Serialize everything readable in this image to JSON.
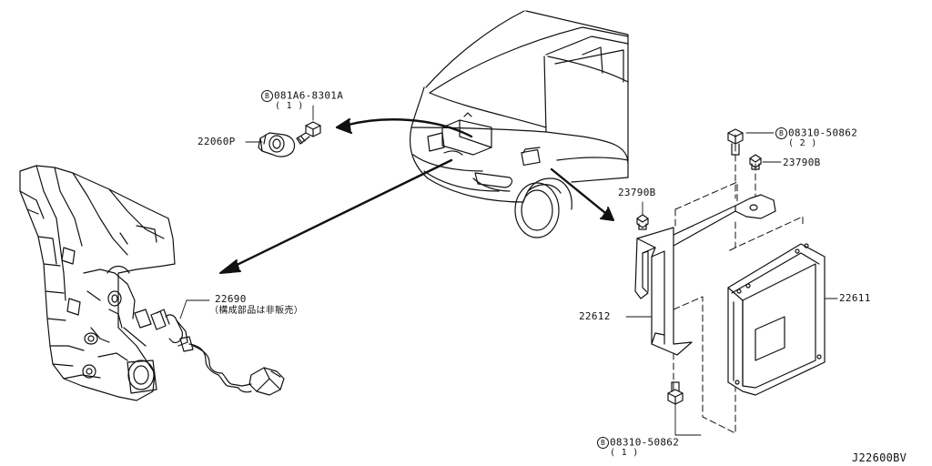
{
  "diagram_id": "J22600BV",
  "parts": {
    "bolt_top_left": {
      "number": "081A6-8301A",
      "prefix": "B",
      "qty": "( 1 )"
    },
    "knock_sensor": {
      "number": "22060P"
    },
    "oxygen_sensor": {
      "number": "22690",
      "note": "（構成部品は非販売）"
    },
    "bolt_top_right": {
      "number": "08310-50862",
      "prefix": "B",
      "qty": "( 2 )"
    },
    "nut_right": {
      "number": "23790B"
    },
    "nut_left": {
      "number": "23790B"
    },
    "bracket": {
      "number": "22612"
    },
    "ecm": {
      "number": "22611"
    },
    "bolt_bottom": {
      "number": "08310-50862",
      "prefix": "B",
      "qty": "( 1 )"
    }
  }
}
